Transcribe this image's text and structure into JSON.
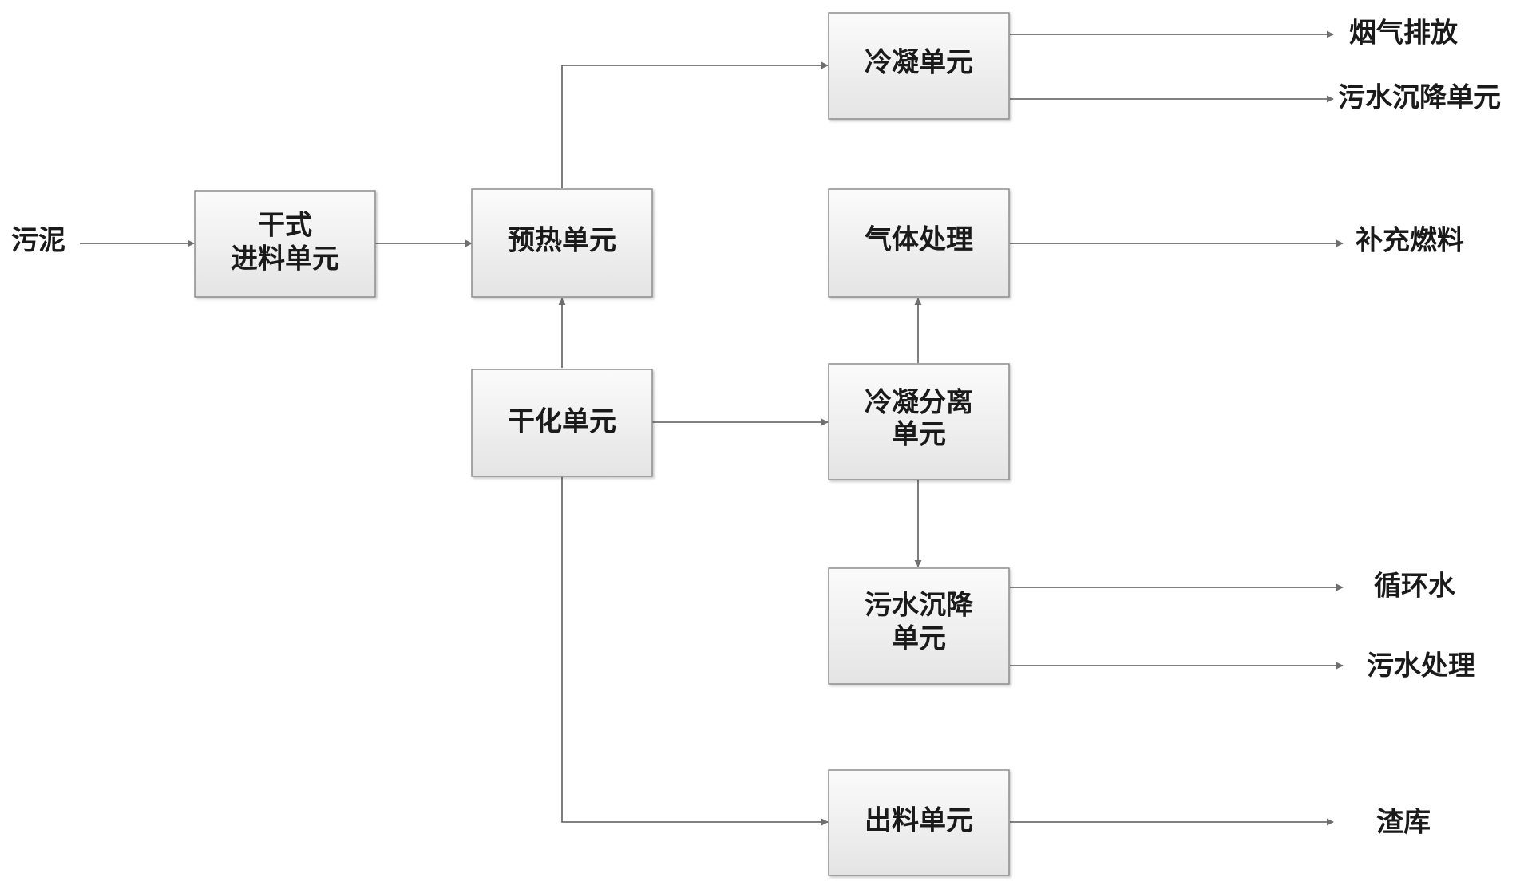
{
  "boxes": {
    "dry_feed": {
      "lines": [
        "干式",
        "进料单元"
      ]
    },
    "preheat": {
      "lines": [
        "预热单元"
      ]
    },
    "drying": {
      "lines": [
        "干化单元"
      ]
    },
    "condense": {
      "lines": [
        "冷凝单元"
      ]
    },
    "gas_treat": {
      "lines": [
        "气体处理"
      ]
    },
    "condense_sep": {
      "lines": [
        "冷凝分离",
        "单元"
      ]
    },
    "sewage_settle": {
      "lines": [
        "污水沉降",
        "单元"
      ]
    },
    "discharge": {
      "lines": [
        "出料单元"
      ]
    }
  },
  "labels": {
    "sludge": "污泥",
    "flue_gas": "烟气排放",
    "sewage_settle_out": "污水沉降单元",
    "supplement_fuel": "补充燃料",
    "circulating_water": "循环水",
    "sewage_treatment": "污水处理",
    "slag_store": "渣库"
  }
}
